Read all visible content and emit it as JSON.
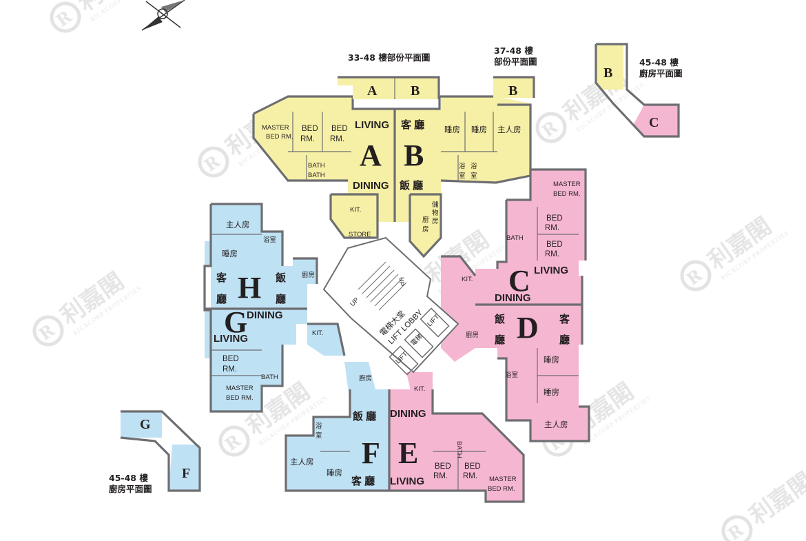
{
  "watermark": {
    "brand_cn": "利嘉閣",
    "brand_en": "RICACORP PROPERTIES"
  },
  "captions": {
    "c1": "33-48 樓部份平面圖",
    "c2a": "37-48 樓",
    "c2b": "部份平面圖",
    "c3a": "45-48 樓",
    "c3b": "廚房平面圖",
    "c4a": "45-48 樓",
    "c4b": "廚房平面圖"
  },
  "partial_tabs": [
    "A",
    "B",
    "B"
  ],
  "mini_plans": {
    "left": {
      "units": [
        "G",
        "F"
      ]
    },
    "right": {
      "units": [
        "B",
        "C"
      ]
    }
  },
  "units": {
    "A": "A",
    "B": "B",
    "C": "C",
    "D": "D",
    "E": "E",
    "F": "F",
    "G": "G",
    "H": "H"
  },
  "rooms": {
    "A": {
      "master1": "MASTER",
      "master2": "BED RM.",
      "bed": "BED",
      "rm": "RM.",
      "bath": "BATH",
      "living": "LIVING",
      "dining": "DINING",
      "kit": "KIT.",
      "store": "STORE"
    },
    "B": {
      "living": "客  廳",
      "dining": "飯  廳",
      "bed": "睡房",
      "master": "主人房",
      "bath1": "浴",
      "bath2": "室",
      "store1": "儲",
      "store2": "物",
      "store3": "房",
      "kit1": "廚",
      "kit2": "房"
    },
    "H": {
      "master": "主人房",
      "bed": "睡房",
      "bath": "浴室",
      "kit": "廚房",
      "living1": "客",
      "living2": "廳",
      "dining1": "飯",
      "dining2": "廳"
    },
    "G": {
      "dining": "DINING",
      "living": "LIVING",
      "kit": "KIT.",
      "bed": "BED",
      "rm": "RM.",
      "bath": "BATH",
      "master1": "MASTER",
      "master2": "BED RM."
    },
    "C": {
      "master1": "MASTER",
      "master2": "BED RM.",
      "bed": "BED",
      "rm": "RM.",
      "bath": "BATH",
      "living": "LIVING",
      "dining": "DINING",
      "kit": "KIT."
    },
    "D": {
      "dining1": "飯",
      "dining2": "廳",
      "living1": "客",
      "living2": "廳",
      "kit": "廚房",
      "bath": "浴室",
      "bed": "睡房",
      "master": "主人房"
    },
    "F": {
      "kit": "廚房",
      "dining": "飯  廳",
      "bath1": "浴",
      "bath2": "室",
      "master": "主人房",
      "bed": "睡房",
      "living": "客  廳"
    },
    "E": {
      "dining": "DINING",
      "kit": "KIT.",
      "bath": "BATH",
      "bed": "BED",
      "rm": "RM.",
      "master1": "MASTER",
      "master2": "BED RM.",
      "living": "LIVING"
    }
  },
  "core": {
    "up": "UP",
    "lobby_cn": "電梯大堂",
    "lobby_en": "LIFT LOBBY",
    "lift": "LIFT",
    "lift_cn": "電梯"
  },
  "colors": {
    "unit_a_b": "#f6efa6",
    "unit_c_d_e": "#f5b6d2",
    "unit_f_g_h": "#bfe1f4",
    "walls": "#6d6e71"
  },
  "icons": {
    "compass": "compass-icon"
  }
}
